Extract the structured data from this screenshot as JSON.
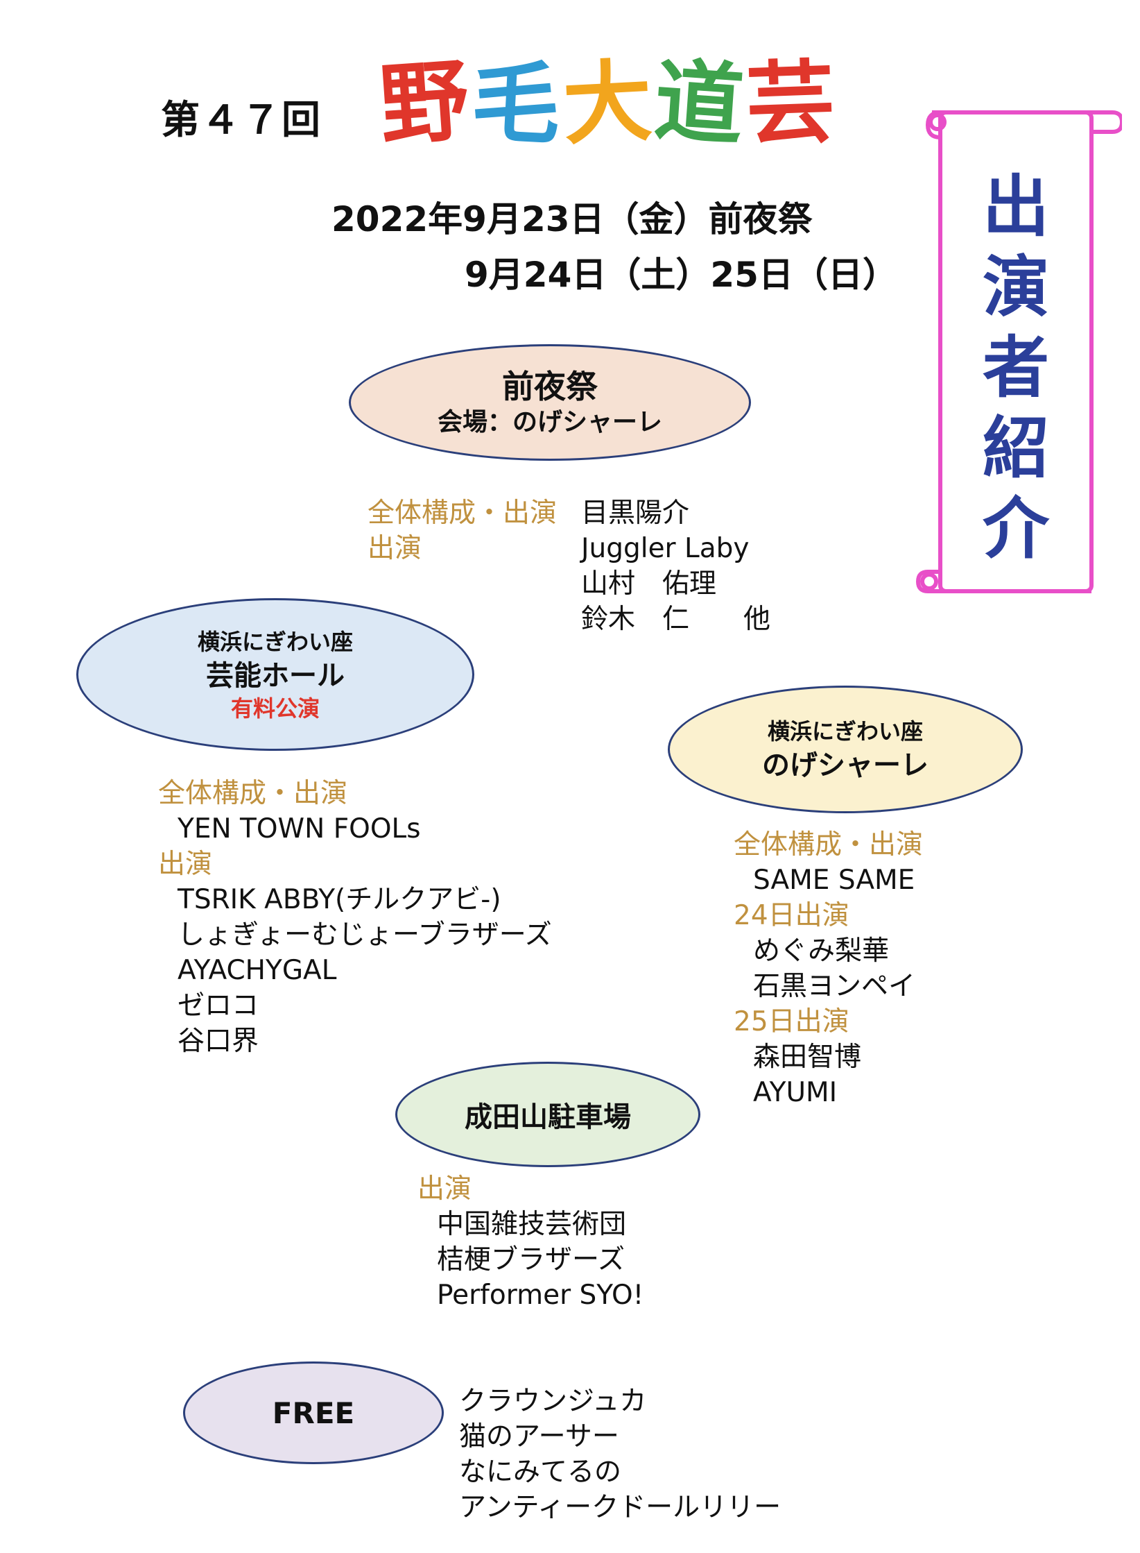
{
  "header": {
    "edition": "第４７回",
    "logo_chars": [
      "野",
      "毛",
      "大",
      "道",
      "芸"
    ],
    "logo_colors": [
      "#e0362b",
      "#2f9ad3",
      "#f2a51d",
      "#3fa34d",
      "#e0362b"
    ],
    "date_line1": "2022年9月23日（金）前夜祭",
    "date_line2": "9月24日（土）25日（日）"
  },
  "scroll": {
    "chars": [
      "出",
      "演",
      "者",
      "紹",
      "介"
    ]
  },
  "zenyasai": {
    "title": "前夜祭",
    "venue": "会場：のげシャーレ",
    "role1": "全体構成・出演",
    "role2": "出演",
    "performers": [
      "目黒陽介",
      "Juggler Laby",
      "山村　佑理",
      "鈴木　仁　　他"
    ]
  },
  "hall": {
    "line1": "横浜にぎわい座",
    "line2": "芸能ホール",
    "line3": "有料公演",
    "role1": "全体構成・出演",
    "lead": "YEN TOWN FOOLs",
    "role2": "出演",
    "performers": [
      "TSRIK ABBY(チルクアビ-)",
      "しょぎょーむじょーブラザーズ",
      "AYACHYGAL",
      "ゼロコ",
      "谷口界"
    ]
  },
  "noge": {
    "line1": "横浜にぎわい座",
    "line2": "のげシャーレ",
    "role1": "全体構成・出演",
    "lead": "SAME SAME",
    "day24": "24日出演",
    "day24_performers": [
      "めぐみ梨華",
      "石黒ヨンペイ"
    ],
    "day25": "25日出演",
    "day25_performers": [
      "森田智博",
      "AYUMI"
    ]
  },
  "narita": {
    "title": "成田山駐車場",
    "role": "出演",
    "performers": [
      "中国雑技芸術団",
      "桔梗ブラザーズ",
      "Performer SYO!"
    ]
  },
  "free": {
    "title": "FREE",
    "performers": [
      "クラウンジュカ",
      "猫のアーサー",
      "なにみてるの",
      "アンティークドールリリー"
    ]
  },
  "colors": {
    "ellipse_border": "#2b3f7a",
    "zenyasai_fill": "#f6e1d3",
    "hall_fill": "#dce8f5",
    "noge_fill": "#fbf1cf",
    "narita_fill": "#e4f0dc",
    "free_fill": "#e7e1ee",
    "role_text": "#c0913f",
    "paid_red": "#e0362b",
    "scroll_pink": "#e84fc8",
    "scroll_text": "#2b3f9a"
  }
}
